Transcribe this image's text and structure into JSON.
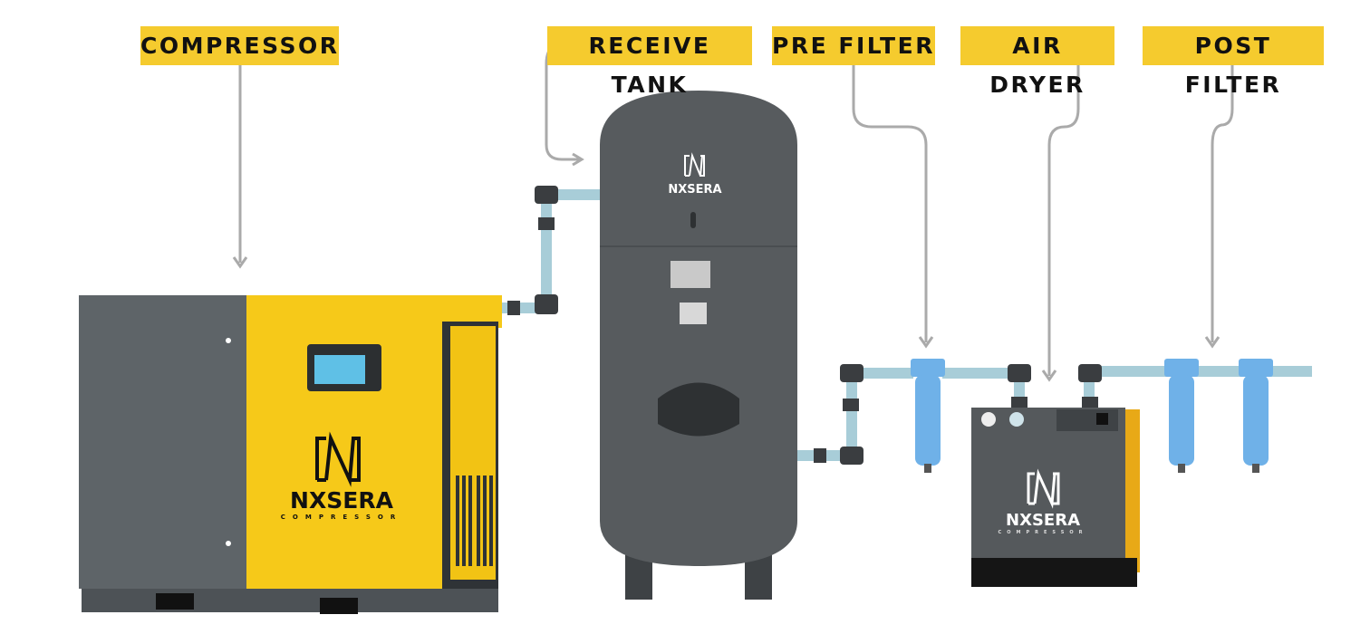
{
  "labels": {
    "compressor": "COMPRESSOR",
    "receive_tank": "RECEIVE TANK",
    "pre_filter": "PRE FILTER",
    "air_dryer": "AIR DRYER",
    "post_filter": "POST FILTER"
  },
  "brand": {
    "name": "NXSERA",
    "subtitle": "COMPRESSOR"
  },
  "colors": {
    "label_bg": "#f5cb2e",
    "compressor_yellow": "#f6c919",
    "machine_gray": "#5b6165",
    "tank_gray": "#575b5e",
    "filter_blue": "#6fb1e8",
    "pipe_blue": "#a8cdd8",
    "connector": "#aaaaaa"
  }
}
